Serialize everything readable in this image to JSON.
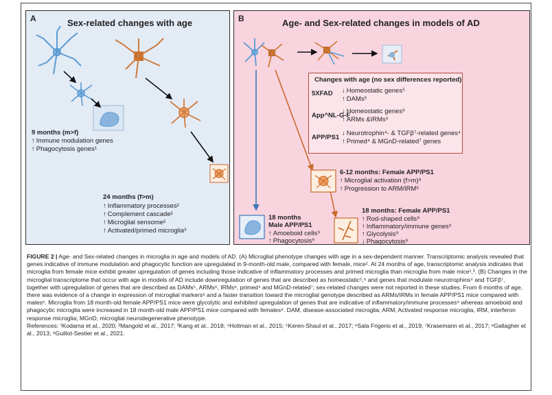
{
  "panel_a": {
    "letter": "A",
    "title": "Sex-related changes with age",
    "nine_months": {
      "heading": "9 months (m>f)",
      "items": [
        "Immune modulation genes",
        "Phagocytosis genes¹"
      ]
    },
    "twentyfour_months": {
      "heading": "24 months (f>m)",
      "items": [
        "Inflammatory processes²",
        "Complement cascade²",
        "Microglial sensome²",
        "Activated/primed microglia³"
      ]
    }
  },
  "panel_b": {
    "letter": "B",
    "title": "Age- and Sex-related changes in models of AD",
    "changes_box": {
      "heading": "Changes with age (no sex differences reported)",
      "models": [
        {
          "name": "5XFAD",
          "down": "Homeostatic genes⁵",
          "up": "DAMs⁵"
        },
        {
          "name": "App^NL-G-F",
          "down": "Homeostatic genes⁶",
          "up": "ARMs &IRMs⁶"
        },
        {
          "name": "APP/PS1",
          "down": "Neurotrophin⁴- & TGFβ⁷-related genes⁴",
          "up": "Primed⁴ & MGnD-related⁷ genes"
        }
      ]
    },
    "female_6_12": {
      "heading": "6-12 months: Female APP/PS1",
      "items": [
        "Microglial activation (f>m)⁸",
        "Progression to ARM/IRM⁶"
      ]
    },
    "male_18": {
      "heading_1": "18 months",
      "heading_2": "Male APP/PS1",
      "items": [
        "Amoeboid cells⁹",
        "Phagocytosis⁹"
      ]
    },
    "female_18": {
      "heading": "18 months: Female APP/PS1",
      "items": [
        {
          "dir": "up",
          "text": "Rod-shaped cells⁹"
        },
        {
          "dir": "up",
          "text": "Inflammatory/immune genes⁹"
        },
        {
          "dir": "up",
          "text": "Glycolysis⁹"
        },
        {
          "dir": "down",
          "text": "Phagocytosis⁹"
        }
      ]
    }
  },
  "caption": {
    "label": "FIGURE 2 |",
    "text": "Age- and Sex-related changes in microglia in age and models of AD. (A) Microglial phenotype changes with age in a sex-dependent manner. Transcriptomic analysis revealed that genes indicative of immune modulation and phagocytic function are upregulated in 9-month-old male, compared with female, mice¹. At 24 months of age, transcriptomic analysis indicates that microglia from female mice exhibit greater upregulation of genes including those indicative of inflammatory processes and primed microglia than microglia from male mice¹,³. (B) Changes in the microglial transcriptome that occur with age in models of AD include downregulation of genes that are described as homeostatic⁵,⁶ and genes that modulate neurotrophins⁴ and TGFβ⁷, together with upregulation of genes that are described as DAMs⁵, ARMs⁶, IRMs⁶, primed⁴ and MGnD-related⁷; sex-related changes were not reported in these studies. From 6 months of age, there was evidence of a change in expression of microglial markers⁸ and a faster transition toward the microglial genotype described as ARMs/IRMs in female APP/PS1 mice compared with males⁶. Microglia from 18 month-old female APP/PS1 mice were glycolytic and exhibited upregulation of genes that are indicative of inflammatory/immune processes⁹ whereas amoeboid and phagocytic microglia were increased in 18 month-old male APP/PS1 mice compared with females⁹. DAM, disease-associated microglia; ARM, Activated response microglia, IRM, interferon response microglia; MGnD, microglial neurodegenerative phenotype.",
    "references": "References: ¹Kodama et al., 2020; ²Mangold et al., 2017; ³Kang et al., 2018; ⁴Holtman et al., 2015; ⁵Keren-Shaul et al., 2017; ⁶Sala Frigerio et al., 2019; ⁷Krasemann et al., 2017; ⁸Gallagher et al., 2013; ⁹Guillot-Sestier et al., 2021."
  },
  "colors": {
    "panel_a_bg": "#e3ebf5",
    "panel_b_bg": "#f8d4df",
    "microglia_blue": "#5b9bd5",
    "microglia_orange": "#d07a3a",
    "arrow_orange": "#c8692a",
    "arrow_blue": "#3a78b8"
  }
}
